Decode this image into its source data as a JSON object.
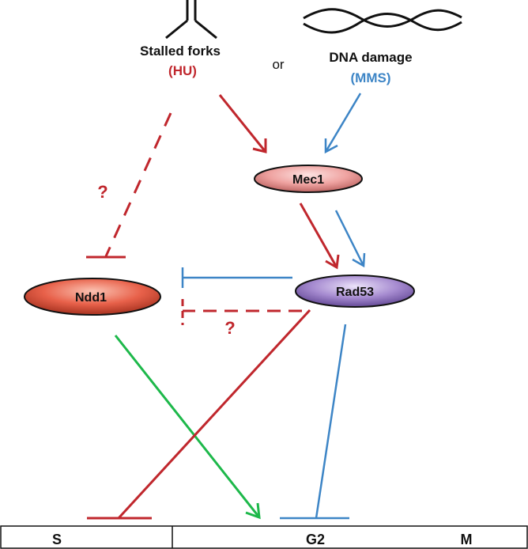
{
  "stimuli": {
    "stalled_forks": "Stalled forks",
    "hu": "(HU)",
    "or": "or",
    "dna_damage": "DNA damage",
    "mms": "(MMS)"
  },
  "proteins": {
    "mec1": "Mec1",
    "rad53": "Rad53",
    "ndd1": "Ndd1"
  },
  "question_marks": {
    "ndd1_inhibition": "?",
    "rad53_to_ndd1": "?"
  },
  "phases": [
    "S",
    "G2",
    "M"
  ],
  "colors": {
    "hu_red": "#c0272d",
    "mms_blue": "#3d85c6",
    "activation_green": "#1db84a",
    "mec1_fill": "#f0a8a6",
    "rad53_fill": "#a98fd0",
    "ndd1_fill": "#e8614a"
  }
}
